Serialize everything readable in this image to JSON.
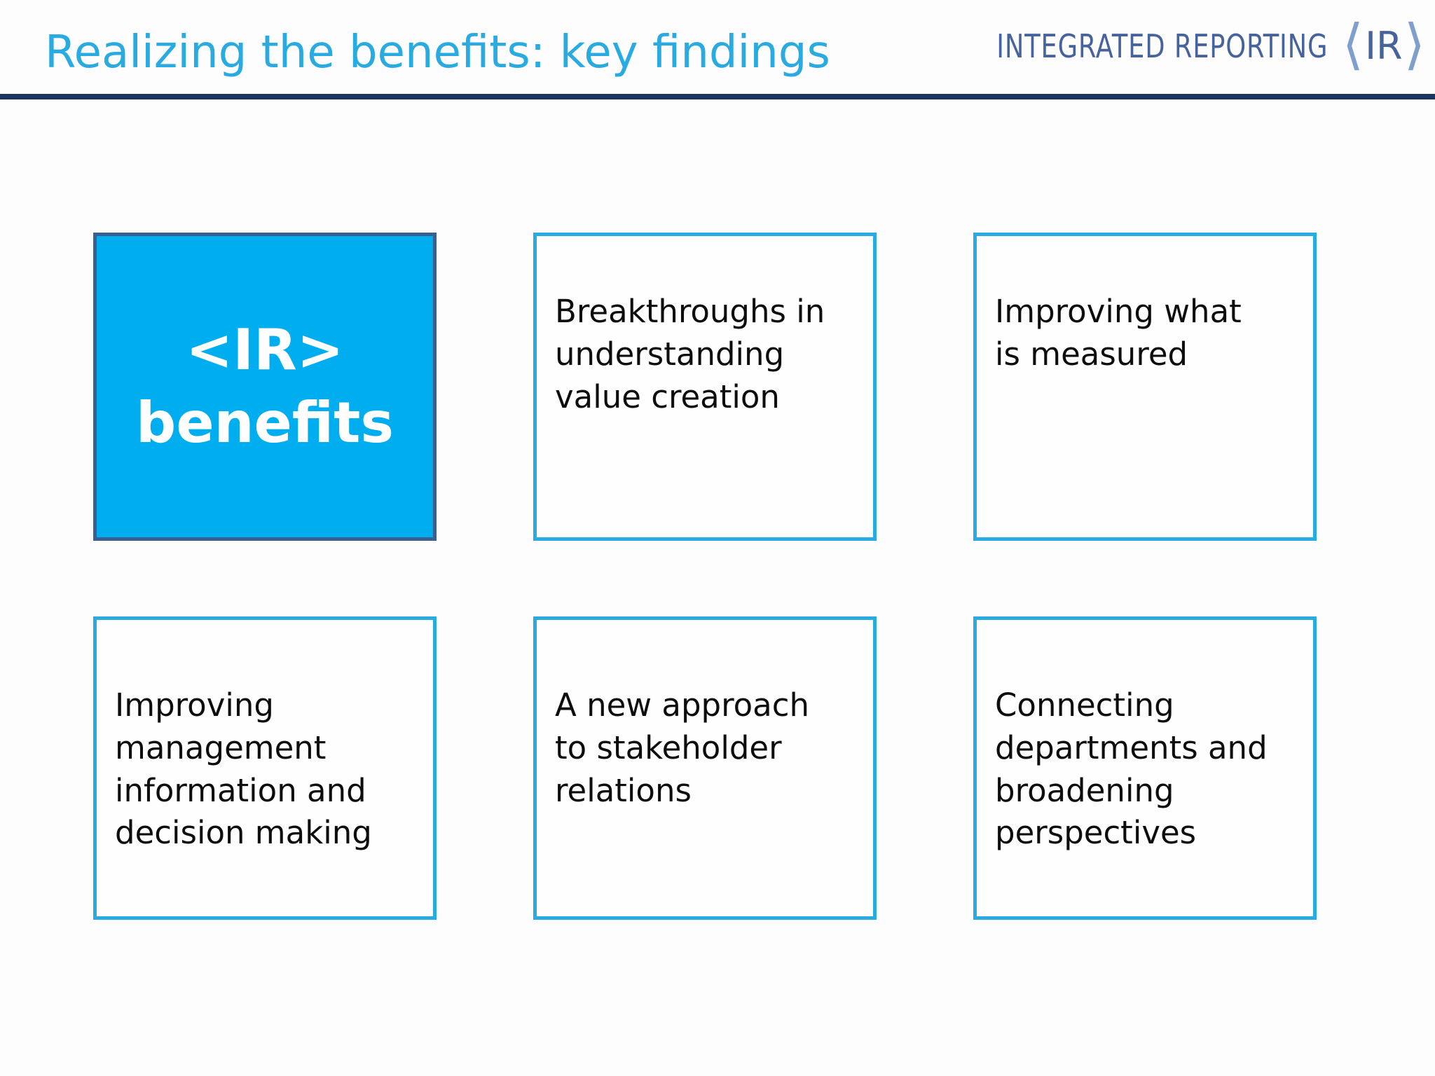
{
  "title": "Realizing the benefits: key findings",
  "logo": {
    "wordmark": "INTEGRATED REPORTING",
    "mark_left_bracket": "⟨",
    "mark_letters": "IR",
    "mark_right_bracket": "⟩"
  },
  "colors": {
    "title_cyan": "#29abe2",
    "card_fill_cyan": "#00aeef",
    "card_outline_cyan": "#29abe2",
    "filled_card_border_navy": "#3a6091",
    "divider_navy": "#1b365d",
    "logo_text_blue": "#46639b",
    "logo_bracket_blue": "#7fa0cc",
    "body_text": "#0d0d0d"
  },
  "cards": [
    {
      "id": "ir-benefits",
      "style": "filled",
      "text": "<IR>\nbenefits"
    },
    {
      "id": "breakthroughs",
      "style": "outline",
      "text": "Breakthroughs in\nunderstanding\nvalue creation"
    },
    {
      "id": "improving-measured",
      "style": "outline",
      "text": "Improving what\nis measured"
    },
    {
      "id": "management-info",
      "style": "outline",
      "text": "Improving\nmanagement\ninformation and\ndecision making"
    },
    {
      "id": "stakeholder-relations",
      "style": "outline",
      "text": "A new approach\nto stakeholder\nrelations"
    },
    {
      "id": "connecting-departments",
      "style": "outline",
      "text": "Connecting\ndepartments and\nbroadening\nperspectives"
    }
  ]
}
